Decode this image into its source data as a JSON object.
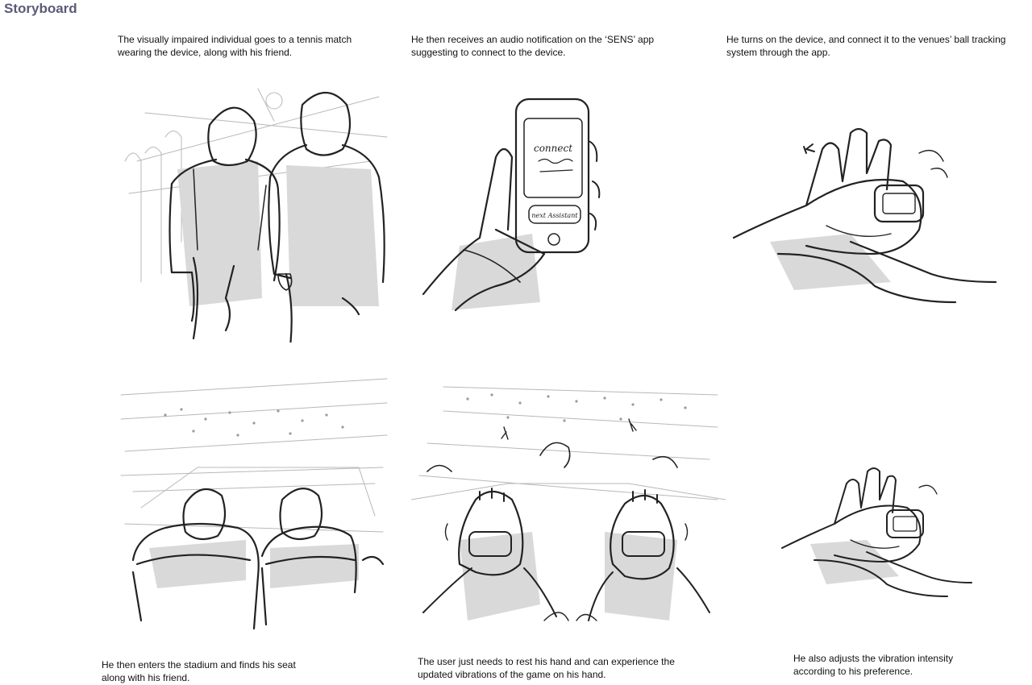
{
  "page": {
    "title": "Storyboard"
  },
  "panels": [
    {
      "line1": "The visually impaired individual goes to a tennis match",
      "line2": "wearing the device, along with his friend."
    },
    {
      "line1": "He then receives an audio notification on the ‘SENS’ app",
      "line2": "suggesting to connect to the device."
    },
    {
      "line1": "He turns on the device, and connect it to the venues’ ball tracking",
      "line2": "system through the app."
    },
    {
      "line1": "He then enters the stadium and finds his seat",
      "line2": "along with his friend."
    },
    {
      "line1": "The user just needs to rest his hand and can experience the",
      "line2": "updated vibrations of the game on his hand."
    },
    {
      "line1": "He also adjusts the vibration intensity",
      "line2": "according to his preference."
    }
  ],
  "phone_screen": {
    "heading": "connect",
    "button": "next Assistant"
  },
  "icons": {
    "panel1": "two-people-sketch",
    "panel2": "phone-in-hand-sketch",
    "panel3": "gloved-hands-sketch",
    "panel4": "stadium-seats-sketch",
    "panel5": "court-view-gloves-sketch",
    "panel6": "hands-adjusting-sketch"
  },
  "colors": {
    "title": "#5a5a78",
    "ink": "#222222",
    "shade": "#d9d9d9"
  }
}
